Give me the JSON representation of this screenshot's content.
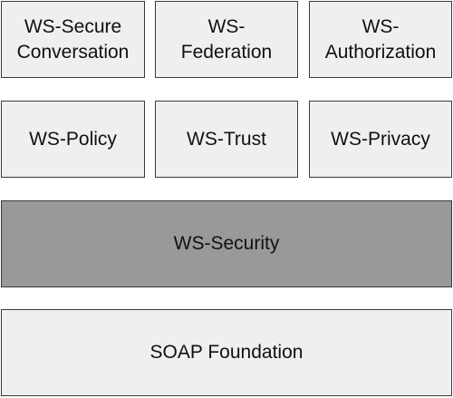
{
  "diagram": {
    "row1": {
      "secure_conversation": "WS-Secure\nConversation",
      "federation": "WS-\nFederation",
      "authorization": "WS-\nAuthorization"
    },
    "row2": {
      "policy": "WS-Policy",
      "trust": "WS-Trust",
      "privacy": "WS-Privacy"
    },
    "security": "WS-Security",
    "soap_foundation": "SOAP Foundation"
  },
  "colors": {
    "box_fill": "#efefef",
    "security_fill": "#999999",
    "border": "#3a3a3a",
    "text": "#111111"
  }
}
